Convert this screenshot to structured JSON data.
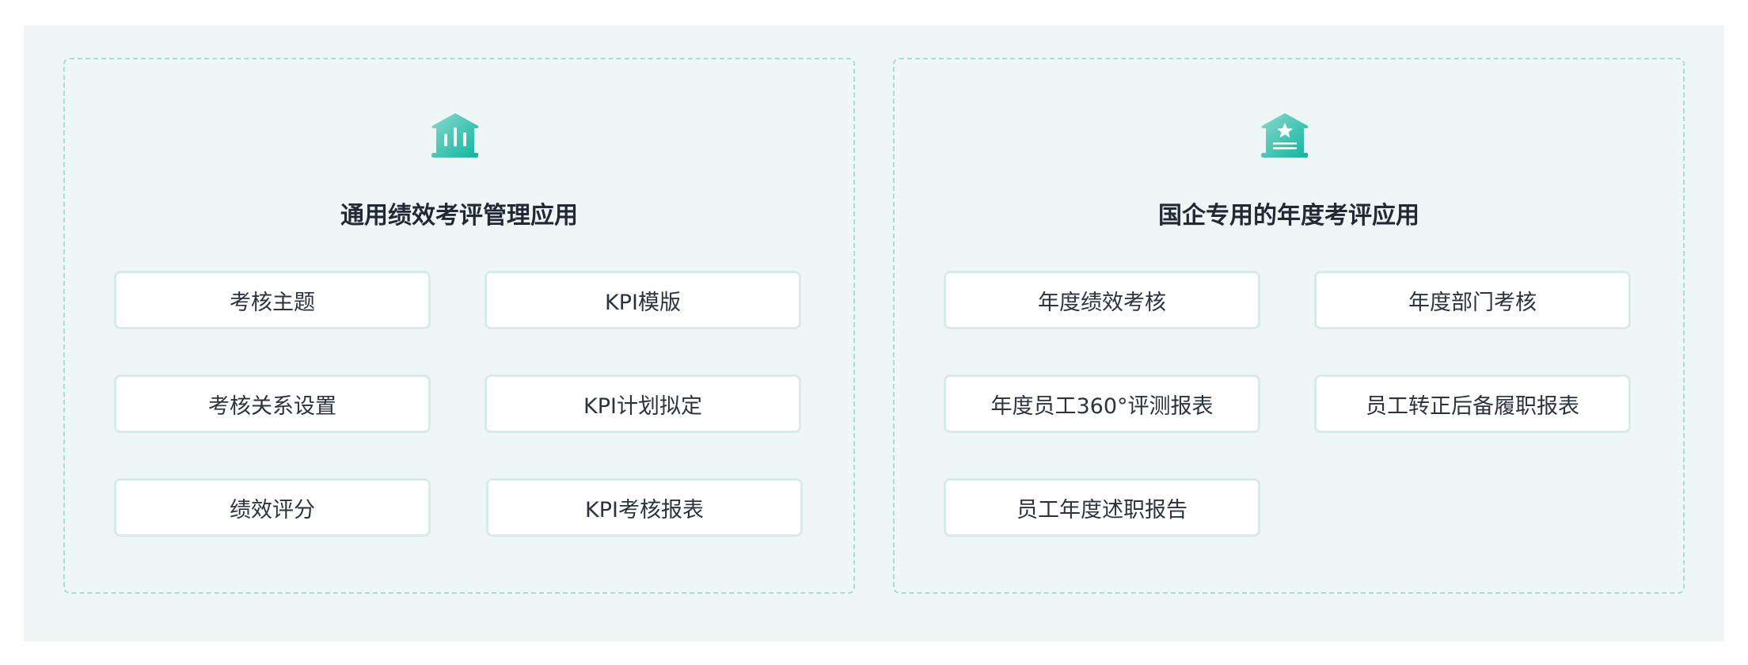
{
  "panels": [
    {
      "title": "通用绩效考评管理应用",
      "icon": "bank-chart-icon",
      "items": [
        "考核主题",
        "KPI模版",
        "考核关系设置",
        "KPI计划拟定",
        "绩效评分",
        "KPI考核报表"
      ]
    },
    {
      "title": "国企专用的年度考评应用",
      "icon": "house-star-icon",
      "items": [
        "年度绩效考核",
        "年度部门考核",
        "年度员工360°评测报表",
        "员工转正后备履职报表",
        "员工年度述职报告"
      ]
    }
  ],
  "colors": {
    "accent": "#16b8a3",
    "accent_light": "#7fd6c8",
    "background": "#eff7f6",
    "dashed_border": "#9fe0cf"
  }
}
